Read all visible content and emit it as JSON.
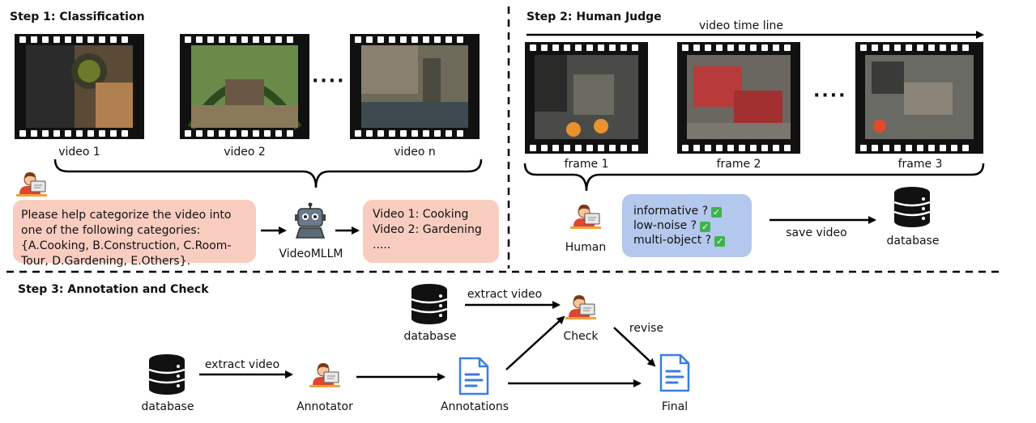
{
  "step1": {
    "title": "Step 1: Classification",
    "videos": [
      "video 1",
      "video 2",
      "video n"
    ],
    "ellipsis": "····",
    "prompt": "Please help categorize the video into one of the following categories: {A.Cooking, B.Construction, C.Room-Tour, D.Gardening, E.Others}.",
    "model_label": "VideoMLLM",
    "outputs": [
      "Video 1: Cooking",
      "Video 2: Gardening",
      "....."
    ]
  },
  "step2": {
    "title": "Step 2: Human Judge",
    "timeline_label": "video time line",
    "frames": [
      "frame 1",
      "frame 2",
      "frame 3"
    ],
    "ellipsis": "····",
    "human_label": "Human",
    "criteria": [
      "informative ?",
      "low-noise ?",
      "multi-object ?"
    ],
    "save_label": "save video",
    "database_label": "database"
  },
  "step3": {
    "title": "Step 3: Annotation and Check",
    "database_top": "database",
    "extract_top": "extract video",
    "check_label": "Check",
    "revise_label": "revise",
    "database_left": "database",
    "extract_left": "extract video",
    "annotator_label": "Annotator",
    "annotations_label": "Annotations",
    "final_label": "Final"
  },
  "colors": {
    "prompt_box": "#f8cdbf",
    "criteria_box": "#b3c8ec",
    "check_mark": "#3fb34f",
    "doc_icon": "#3b7de0"
  }
}
